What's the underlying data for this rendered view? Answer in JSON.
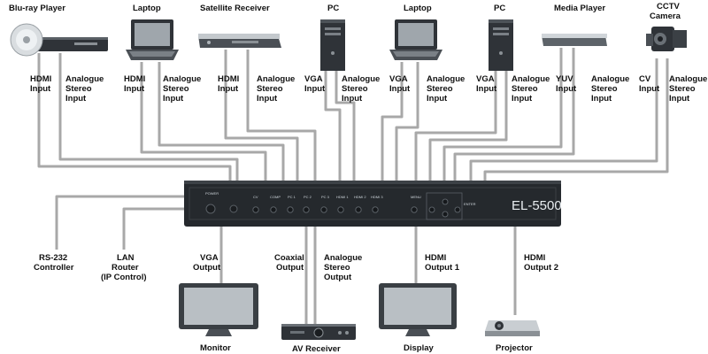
{
  "colors": {
    "cable": "#a8a8a8",
    "device_dark": "#2f3338",
    "device_mid": "#8a9095",
    "device_light": "#d9dde0",
    "matrix_body": "#25292d"
  },
  "top_devices": {
    "bluray": {
      "name": "Blu-ray Player",
      "icon": "bluray-player-icon"
    },
    "laptop1": {
      "name": "Laptop",
      "icon": "laptop-icon"
    },
    "satellite": {
      "name": "Satellite Receiver",
      "icon": "satellite-receiver-icon"
    },
    "pc1": {
      "name": "PC",
      "icon": "pc-tower-icon"
    },
    "laptop2": {
      "name": "Laptop",
      "icon": "laptop-icon"
    },
    "pc2": {
      "name": "PC",
      "icon": "pc-tower-icon"
    },
    "mediaplayer": {
      "name": "Media Player",
      "icon": "media-player-icon"
    },
    "cctv": {
      "name_line1": "CCTV",
      "name_line2": "Camera",
      "icon": "cctv-camera-icon"
    }
  },
  "input_labels": [
    [
      "HDMI",
      "Input"
    ],
    [
      "Analogue",
      "Stereo",
      "Input"
    ],
    [
      "HDMI",
      "Input"
    ],
    [
      "Analogue",
      "Stereo",
      "Input"
    ],
    [
      "HDMI",
      "Input"
    ],
    [
      "Analogue",
      "Stereo",
      "Input"
    ],
    [
      "VGA",
      "Input"
    ],
    [
      "Analogue",
      "Stereo",
      "Input"
    ],
    [
      "VGA",
      "Input"
    ],
    [
      "Analogue",
      "Stereo",
      "Input"
    ],
    [
      "VGA",
      "Input"
    ],
    [
      "Analogue",
      "Stereo",
      "Input"
    ],
    [
      "YUV",
      "Input"
    ],
    [
      "Analogue",
      "Stereo",
      "Input"
    ],
    [
      "CV",
      "Input"
    ],
    [
      "Analogue",
      "Stereo",
      "Input"
    ]
  ],
  "matrix": {
    "model": "EL-5500",
    "panel_labels": {
      "power": "POWER",
      "cv": "CV",
      "comp": "COMP",
      "pc1": "PC 1",
      "pc2": "PC 2",
      "pc3": "PC 3",
      "hdmi1": "HDMI 1",
      "hdmi2": "HDMI 2",
      "hdmi3": "HDMI 3",
      "menu": "MENU",
      "enter": "ENTER"
    }
  },
  "output_labels": {
    "rs232": [
      "RS-232",
      "Controller"
    ],
    "lan": [
      "LAN",
      "Router",
      "(IP Control)"
    ],
    "vga": [
      "VGA",
      "Output"
    ],
    "coaxial": [
      "Coaxial",
      "Output"
    ],
    "analogue": [
      "Analogue",
      "Stereo",
      "Output"
    ],
    "hdmi1": [
      "HDMI",
      "Output 1"
    ],
    "hdmi2": [
      "HDMI",
      "Output 2"
    ]
  },
  "bottom_devices": {
    "monitor": {
      "name": "Monitor",
      "icon": "monitor-icon"
    },
    "avreceiver": {
      "name": "AV Receiver",
      "icon": "av-receiver-icon"
    },
    "display": {
      "name": "Display",
      "icon": "display-icon"
    },
    "projector": {
      "name": "Projector",
      "icon": "projector-icon"
    }
  }
}
